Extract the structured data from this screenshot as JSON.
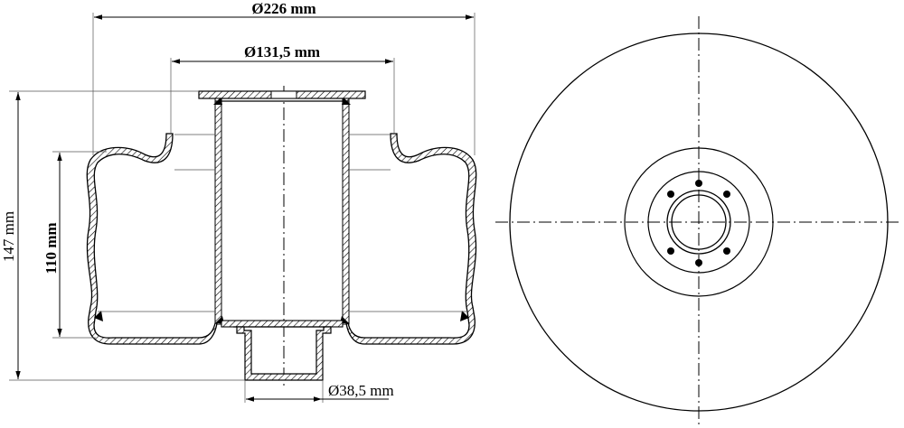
{
  "dimensions": {
    "overall_diameter": "Ø226 mm",
    "inner_diameter": "Ø131,5 mm",
    "outlet_diameter": "Ø38,5 mm",
    "total_height": "147 mm",
    "spring_height": "110 mm"
  },
  "colors": {
    "ink": "#000000",
    "background": "#ffffff"
  }
}
